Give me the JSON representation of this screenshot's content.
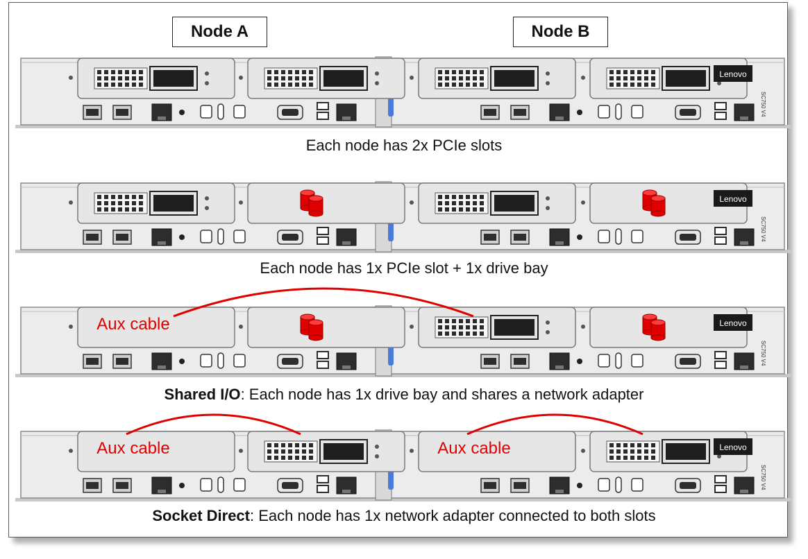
{
  "node_labels": {
    "a": "Node A",
    "b": "Node B"
  },
  "brand": "Lenovo",
  "model": "SC750 V4",
  "aux_label": "Aux cable",
  "captions": [
    {
      "lead": "",
      "text": "Each node has 2x PCIe slots"
    },
    {
      "lead": "",
      "text": "Each node has 1x PCIe slot + 1x drive bay"
    },
    {
      "lead": "Shared I/O",
      "text": ": Each node has 1x drive bay and shares a network adapter"
    },
    {
      "lead": "Socket Direct",
      "text": ": Each node has 1x network adapter connected to both slots"
    }
  ],
  "configs": [
    {
      "slots": [
        "pcie",
        "pcie",
        "pcie",
        "pcie"
      ],
      "aux": []
    },
    {
      "slots": [
        "pcie",
        "drive",
        "pcie",
        "drive"
      ],
      "aux": []
    },
    {
      "slots": [
        "aux",
        "drive",
        "pcie",
        "drive"
      ],
      "aux": [
        [
          0,
          2
        ]
      ]
    },
    {
      "slots": [
        "aux",
        "pcie",
        "aux",
        "pcie"
      ],
      "aux": [
        [
          0,
          1
        ],
        [
          2,
          3
        ]
      ]
    }
  ],
  "colors": {
    "accent": "#e00000",
    "chassis": "#ececec",
    "port": "#2d2d2d",
    "led": "#4a7bd8"
  }
}
